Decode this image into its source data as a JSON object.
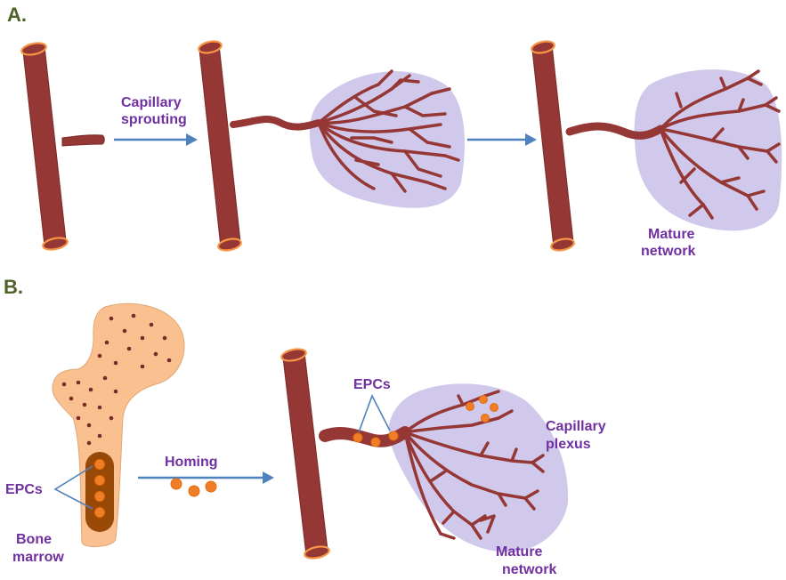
{
  "panel_a": {
    "label": "A.",
    "arrow1_label_line1": "Capillary",
    "arrow1_label_line2": "sprouting",
    "mature_label_line1": "Mature",
    "mature_label_line2": "network"
  },
  "panel_b": {
    "label": "B.",
    "epcs_left": "EPCs",
    "bone_label_line1": "Bone",
    "bone_label_line2": "marrow",
    "homing_label": "Homing",
    "epcs_top": "EPCs",
    "plexus_line1": "Capillary",
    "plexus_line2": "plexus",
    "mature_label_line1": "Mature",
    "mature_label_line2": "network"
  },
  "colors": {
    "vessel": "#953735",
    "vessel_rim": "#f79646",
    "tissue": "#c8bfe7",
    "arrow": "#4f81bd",
    "label_text": "#7030a0",
    "panel_label": "#4f6228",
    "bone": "#fac090",
    "epc": "#f07d28"
  }
}
